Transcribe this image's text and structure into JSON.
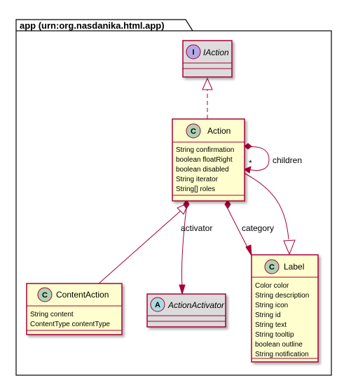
{
  "package": {
    "title": "app (urn:org.nasdanika.html.app)"
  },
  "classes": {
    "iaction": {
      "stereotype": "I",
      "name": "IAction",
      "attributes": []
    },
    "action": {
      "stereotype": "C",
      "name": "Action",
      "attributes": [
        "String confirmation",
        "boolean floatRight",
        "boolean disabled",
        "String iterator",
        "String[] roles"
      ]
    },
    "content_action": {
      "stereotype": "C",
      "name": "ContentAction",
      "attributes": [
        "String content",
        "ContentType contentType"
      ]
    },
    "action_activator": {
      "stereotype": "A",
      "name": "ActionActivator",
      "attributes": []
    },
    "label": {
      "stereotype": "C",
      "name": "Label",
      "attributes": [
        "Color color",
        "String description",
        "String icon",
        "String id",
        "String text",
        "String tooltip",
        "boolean outline",
        "String notification"
      ]
    }
  },
  "relations": {
    "children": {
      "label": "children",
      "multiplicity": "*"
    },
    "activator": {
      "label": "activator"
    },
    "category": {
      "label": "category"
    }
  },
  "colors": {
    "border": "#A80036",
    "class_fill": "#FEFECE",
    "abstract_fill": "#DCDCDC",
    "interface_circle": "#B4A7E5",
    "class_circle": "#ADD1B2",
    "abstract_circle": "#A9DCDF",
    "package_fill": "#FFFFFF"
  }
}
